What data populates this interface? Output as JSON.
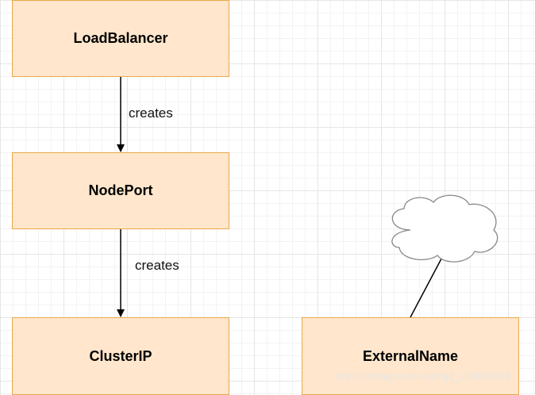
{
  "nodes": {
    "loadbalancer": {
      "label": "LoadBalancer"
    },
    "nodeport": {
      "label": "NodePort"
    },
    "clusterip": {
      "label": "ClusterIP"
    },
    "externalname": {
      "label": "ExternalName"
    }
  },
  "edges": [
    {
      "from": "LoadBalancer",
      "to": "NodePort",
      "label": "creates"
    },
    {
      "from": "NodePort",
      "to": "ClusterIP",
      "label": "creates"
    },
    {
      "from": "ExternalName",
      "to": "cloud",
      "label": ""
    }
  ],
  "cloud": {
    "icon": "cloud-icon"
  },
  "watermark": "https://blog.csdn.net/qq_23995091",
  "colors": {
    "node_fill": "#ffe6cc",
    "node_border": "#e8a84a",
    "arrow": "#000000",
    "cloud_border": "#888888"
  }
}
